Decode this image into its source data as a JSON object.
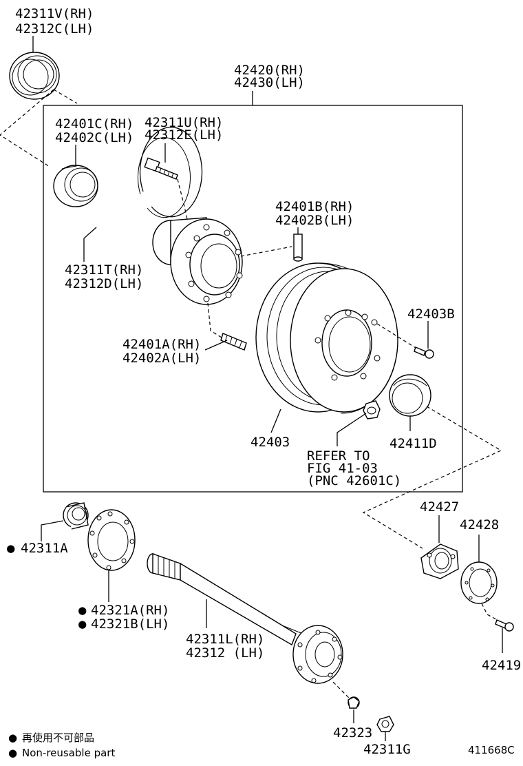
{
  "labels": {
    "p42311V": "42311V(RH)",
    "p42312C": "42312C(LH)",
    "p42420": "42420(RH)",
    "p42430": "42430(LH)",
    "p42401C": "42401C(RH)",
    "p42402C": "42402C(LH)",
    "p42311U": "42311U(RH)",
    "p42312E": "42312E(LH)",
    "p42401B": "42401B(RH)",
    "p42402B": "42402B(LH)",
    "p42311T": "42311T(RH)",
    "p42312D": "42312D(LH)",
    "p42403B": "42403B",
    "p42401A": "42401A(RH)",
    "p42402A": "42402A(LH)",
    "p42403": "42403",
    "p42411D": "42411D",
    "refer1": "REFER TO",
    "refer2": "FIG 41-03",
    "refer3": "(PNC 42601C)",
    "p42427": "42427",
    "p42428": "42428",
    "p42311A": "42311A",
    "p42321A": "42321A(RH)",
    "p42321B": "42321B(LH)",
    "p42311L": "42311L(RH)",
    "p42312": "42312  (LH)",
    "p42419": "42419",
    "p42323": "42323",
    "p42311G": "42311G",
    "legend_jp": "再使用不可部品",
    "legend_en": "Non-reusable part",
    "fig_id": "411668C"
  },
  "bullet_symbol": "●"
}
